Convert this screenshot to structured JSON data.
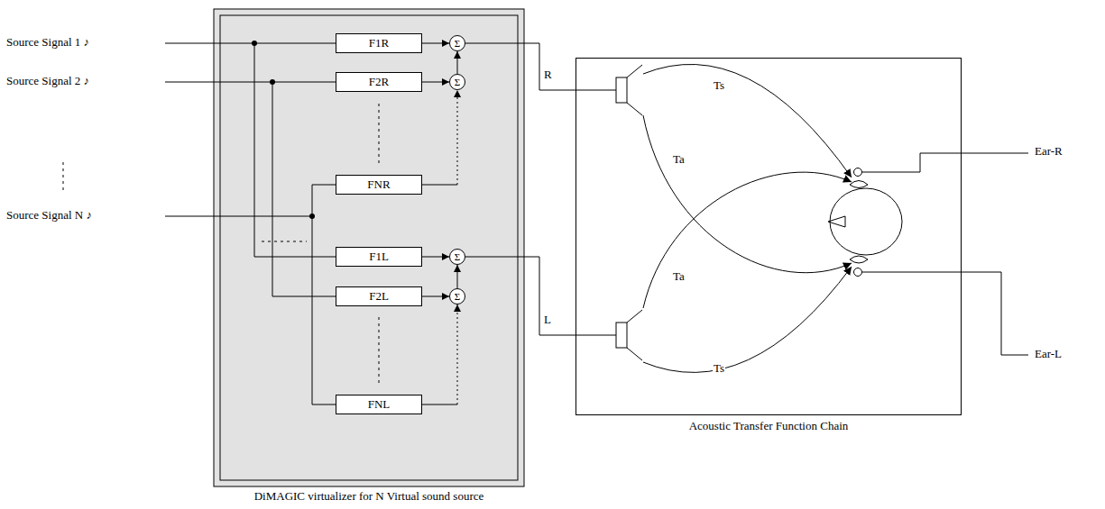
{
  "diagram": {
    "nodes": [
      {
        "text": [
          "DiMAGIC virtualizer for N Virtual sound source"
        ]
      },
      {
        "text": [
          "F1R"
        ],
        "in": 0
      },
      {
        "text": [
          "Σ"
        ],
        "in": 0
      },
      {
        "text": [
          "F2R"
        ],
        "in": 0
      },
      {
        "text": [
          "Σ"
        ],
        "in": 0
      },
      {
        "text": [
          "FNR"
        ],
        "in": 0
      },
      {
        "text": [
          "F1L"
        ],
        "in": 0
      },
      {
        "text": [
          "Σ"
        ],
        "in": 0
      },
      {
        "text": [
          "F2L"
        ],
        "in": 0
      },
      {
        "text": [
          "Σ"
        ],
        "in": 0
      },
      {
        "text": [
          "FNL"
        ],
        "in": 0
      },
      {
        "text": [
          "Acoustic Transfer Function Chain"
        ]
      }
    ],
    "edges": [
      {
        "from": 1,
        "to": 2,
        "arrow": "to"
      },
      {
        "from": 3,
        "to": 4,
        "arrow": "to"
      },
      {
        "from": 4,
        "to": 2,
        "arrow": "to"
      },
      {
        "from": 5,
        "to": 4,
        "arrow": "to"
      },
      {
        "from": 6,
        "to": 7,
        "arrow": "to"
      },
      {
        "from": 8,
        "to": 9,
        "arrow": "to"
      },
      {
        "from": 9,
        "to": 7,
        "arrow": "to"
      },
      {
        "from": 10,
        "to": 9,
        "arrow": "to"
      },
      {
        "from": 2,
        "to": 11,
        "label": "R",
        "arrow": "none"
      },
      {
        "from": 7,
        "to": 11,
        "label": "L",
        "arrow": "none"
      }
    ],
    "labels": [
      "Source Signal 1 ♪",
      "Source Signal 2 ♪",
      "Source Signal N ♪",
      "Ts",
      "Ta",
      "Ta",
      "Ts",
      "Ear-R",
      "Ear-L"
    ]
  }
}
